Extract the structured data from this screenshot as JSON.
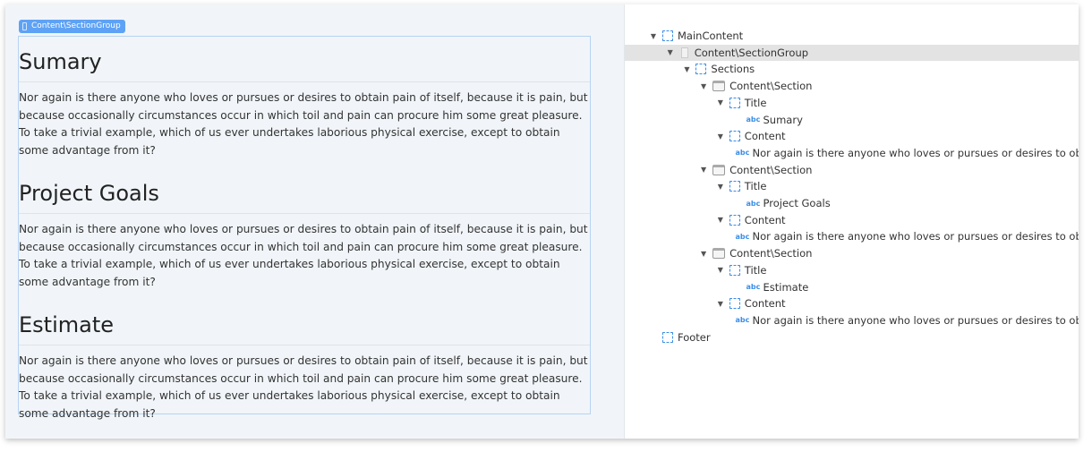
{
  "badge": {
    "label": "Content\\SectionGroup",
    "icon": "section-group-icon"
  },
  "sections": [
    {
      "title": "Sumary",
      "content": "Nor again is there anyone who loves or pursues or desires to obtain pain of itself, because it is pain, but because occasionally circumstances occur in which toil and pain can procure him some great pleasure. To take a trivial example, which of us ever undertakes laborious physical exercise, except to obtain some advantage from it?"
    },
    {
      "title": "Project Goals",
      "content": "Nor again is there anyone who loves or pursues or desires to obtain pain of itself, because it is pain, but because occasionally circumstances occur in which toil and pain can procure him some great pleasure. To take a trivial example, which of us ever undertakes laborious physical exercise, except to obtain some advantage from it?"
    },
    {
      "title": "Estimate",
      "content": "Nor again is there anyone who loves or pursues or desires to obtain pain of itself, because it is pain, but because occasionally circumstances occur in which toil and pain can procure him some great pleasure. To take a trivial example, which of us ever undertakes laborious physical exercise, except to obtain some advantage from it?"
    }
  ],
  "tree": [
    {
      "label": "MainContent",
      "level": 0,
      "icon": "bracket",
      "expanded": true
    },
    {
      "label": "Content\\SectionGroup",
      "level": 1,
      "icon": "group",
      "expanded": true,
      "selected": true
    },
    {
      "label": "Sections",
      "level": 2,
      "icon": "bracket",
      "expanded": true
    },
    {
      "label": "Content\\Section",
      "level": 3,
      "icon": "section",
      "expanded": true
    },
    {
      "label": "Title",
      "level": 4,
      "icon": "bracket",
      "expanded": true
    },
    {
      "label": "Sumary",
      "level": 5,
      "icon": "abc"
    },
    {
      "label": "Content",
      "level": 4,
      "icon": "bracket",
      "expanded": true
    },
    {
      "label": "Nor again is there anyone who loves or pursues or desires to obtain pain of itself",
      "level": 5,
      "icon": "abc"
    },
    {
      "label": "Content\\Section",
      "level": 3,
      "icon": "section",
      "expanded": true
    },
    {
      "label": "Title",
      "level": 4,
      "icon": "bracket",
      "expanded": true
    },
    {
      "label": "Project Goals",
      "level": 5,
      "icon": "abc"
    },
    {
      "label": "Content",
      "level": 4,
      "icon": "bracket",
      "expanded": true
    },
    {
      "label": "Nor again is there anyone who loves or pursues or desires to obtain pain of itself",
      "level": 5,
      "icon": "abc"
    },
    {
      "label": "Content\\Section",
      "level": 3,
      "icon": "section",
      "expanded": true
    },
    {
      "label": "Title",
      "level": 4,
      "icon": "bracket",
      "expanded": true
    },
    {
      "label": "Estimate",
      "level": 5,
      "icon": "abc"
    },
    {
      "label": "Content",
      "level": 4,
      "icon": "bracket",
      "expanded": true
    },
    {
      "label": "Nor again is there anyone who loves or pursues or desires to obtain pain of itself",
      "level": 5,
      "icon": "abc"
    },
    {
      "label": "Footer",
      "level": 0,
      "icon": "bracket"
    }
  ],
  "colors": {
    "accent": "#5ea2f5",
    "selection": "#e3e3e3"
  }
}
